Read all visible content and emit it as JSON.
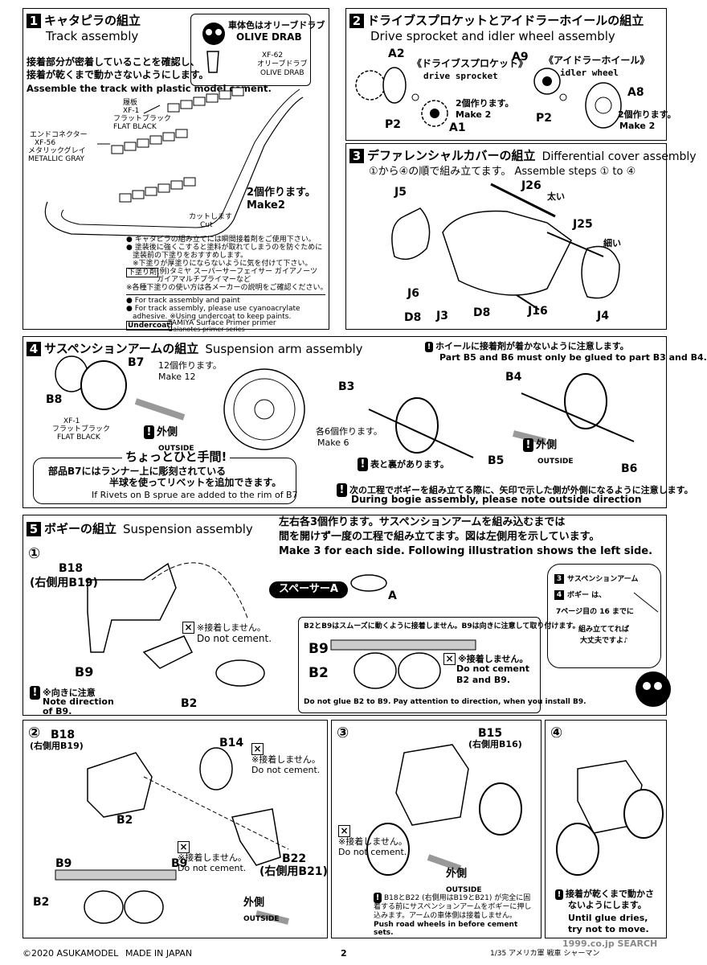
{
  "step1": {
    "num": "1",
    "title_jp": "キャタピラの組立",
    "title_en": "Track assembly",
    "color_note_jp": "車体色はオリーブドラブ",
    "color_note_en": "OLIVE DRAB",
    "paint_code": "XF-62",
    "paint_jp": "オリーブドラブ",
    "paint_en": "OLIVE DRAB",
    "intro_jp1": "接着部分が密着していることを確認し、",
    "intro_jp2": "接着が乾くまで動かさないようにします。",
    "intro_en": "Assemble the track with plastic model cement.",
    "shoe_label": "履板",
    "shoe_code": "XF-1",
    "shoe_jp": "フラットブラック",
    "shoe_en": "FLAT BLACK",
    "end_label": "エンドコネクター",
    "end_code": "XF-56",
    "end_jp": "メタリックグレイ",
    "end_en": "METALLIC GRAY",
    "make_jp": "2個作ります。",
    "make_en": "Make2",
    "cut_jp": "カットします",
    "cut_en": "Cut",
    "notes_jp": [
      "● キャタピラの組み立てには瞬間接着剤をご使用下さい。",
      "● 塗装後に強くこすると塗料が取れてしまうのを防ぐために",
      "塗装前の下塗りをおすすめします。",
      "※下塗りが厚塗りにならないように気を付けて下さい。",
      "(例)タミヤ スーパーサーフェイサー ガイアノーツ",
      "ガイアマルチプライマーなど",
      "※各種下塗りの使い方は各メーカーの説明をご確認ください。"
    ],
    "undercoat_jp": "下塗り剤",
    "notes_en": [
      "● For track assembly and paint",
      "● For track assembly, please use cyanoacrylate",
      "adhesive. ※Using undercoat to keep paints."
    ],
    "undercoat_en": "Undercoat",
    "undercoat_items": [
      "TAMIYA Surface Primer primer",
      "Gaianotes primer series"
    ]
  },
  "step2": {
    "num": "2",
    "title_jp": "ドライブスプロケットとアイドラーホイールの組立",
    "title_en": "Drive sprocket and idler wheel assembly",
    "sprocket_jp": "《ドライブスプロケット》",
    "sprocket_en": "drive sprocket",
    "idler_jp": "《アイドラーホイール》",
    "idler_en": "idler wheel",
    "make_jp": "2個作ります。",
    "make_en": "Make 2",
    "parts": [
      "A2",
      "P2",
      "A1",
      "A9",
      "A8",
      "P2"
    ]
  },
  "step3": {
    "num": "3",
    "title_jp": "デファレンシャルカバーの組立",
    "title_en": "Differential cover assembly",
    "sub_jp": "①から④の順で組み立てます。",
    "sub_en": "Assemble steps ① to ④",
    "thick": "太い",
    "thin": "細い",
    "parts": [
      "J5",
      "J26",
      "J25",
      "J6",
      "J3",
      "D8",
      "D8",
      "J16",
      "J4"
    ]
  },
  "step4": {
    "num": "4",
    "title_jp": "サスペンションアームの組立",
    "title_en": "Suspension arm assembly",
    "make12_jp": "12個作ります。",
    "make12_en": "Make 12",
    "b8": "B8",
    "b7": "B7",
    "flat_code": "XF-1",
    "flat_jp": "フラットブラック",
    "flat_en": "FLAT BLACK",
    "outside_jp": "外側",
    "outside_en": "OUTSIDE",
    "tip_title": "ちょっとひと手間!",
    "tip_jp1": "部品B7にはランナー上に彫刻されている",
    "tip_jp2": "半球を使ってリベットを追加できます。",
    "tip_en": "If Rivets on B sprue are added to the rim of B7",
    "warn_jp": "ホイールに接着剤が着かないように注意します。",
    "warn_en": "Part B5 and B6 must only be glued to part B3 and B4.",
    "b3": "B3",
    "b4": "B4",
    "b5": "B5",
    "b6": "B6",
    "make6_jp": "各6個作ります。",
    "make6_en": "Make 6",
    "front_back": "表と裏があります。",
    "bogie_jp": "次の工程でボギーを組み立てる際に、矢印で示した側が外側になるように注意します。",
    "bogie_en": "During bogie assembly, please note outside direction"
  },
  "step5": {
    "num": "5",
    "title_jp": "ボギーの組立",
    "title_en": "Suspension assembly",
    "intro_jp1": "左右各3個作ります。サスペンションアームを組み込むまでは",
    "intro_jp2": "間を開けず一度の工程で組み立てます。図は左側用を示しています。",
    "intro_en": "Make 3 for each side. Following illustration shows the left side.",
    "b18": "B18",
    "b18_right": "(右側用B19)",
    "spacer": "スペーサーA",
    "a": "A",
    "no_cement_jp": "※接着しません。",
    "no_cement_en": "Do not cement.",
    "b9": "B9",
    "b2": "B2",
    "direction_jp": "※向きに注意",
    "direction_en1": "Note direction",
    "direction_en2": "of B9.",
    "detail_jp": "B2とB9はスムーズに動くように接着しません。B9は向きに注意して取り付けます。",
    "detail_no_cement_jp": "※接着しません。",
    "detail_no_cement_en1": "Do not cement",
    "detail_no_cement_en2": "B2 and B9.",
    "detail_en": "Do not glue B2 to B9. Pay attention to direction, when you install B9.",
    "side_note": [
      "サスペンションアーム",
      "ボギー は、",
      "7ページ目の 16 までに",
      "組み立ててれば",
      "大丈夫ですよ♪"
    ],
    "side_steps": [
      "3",
      "4"
    ],
    "sub2": "②",
    "b14": "B14",
    "b22": "B22",
    "b22_right": "(右側用B21)",
    "b18b": "B18",
    "b18b_right": "(右側用B19)",
    "sub3": "③",
    "b15": "B15",
    "b15_right": "(右側用B16)",
    "sub3_note_jp": "B18とB22 (右側用はB19とB21) が完全に固着する前にサスペンションアームをボギーに押し込みます。アームの車体側は接着しません。",
    "sub3_note_en": "Push road wheels in before cement sets.",
    "sub4": "④",
    "sub4_note_jp1": "接着が乾くまで動かさ",
    "sub4_note_jp2": "ないようにします。",
    "sub4_note_en1": "Until glue dries,",
    "sub4_note_en2": "try not to move."
  },
  "footer": {
    "copyright": "©2020 ASUKAMODEL",
    "made": "MADE IN JAPAN",
    "page": "2",
    "series": "1/35 アメリカ軍 戦車 シャーマン",
    "watermark": "1999.co.jp SEARCH"
  }
}
